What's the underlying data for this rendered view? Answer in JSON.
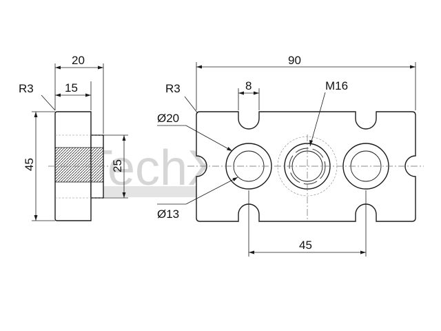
{
  "watermark": {
    "text": "TechXXL"
  },
  "side_view": {
    "dim_width_total": "20",
    "dim_width_inner": "15",
    "dim_radius": "R3",
    "dim_height": "45",
    "dim_thread_height": "25"
  },
  "front_view": {
    "dim_length": "90",
    "dim_radius": "R3",
    "dim_slot": "8",
    "dim_thread": "M16",
    "dim_outer_diameter": "Ø20",
    "dim_inner_diameter": "Ø13",
    "dim_pitch": "45"
  },
  "colors": {
    "line": "#1a1a1a",
    "watermark": "#d6d6d6",
    "background": "#ffffff"
  }
}
